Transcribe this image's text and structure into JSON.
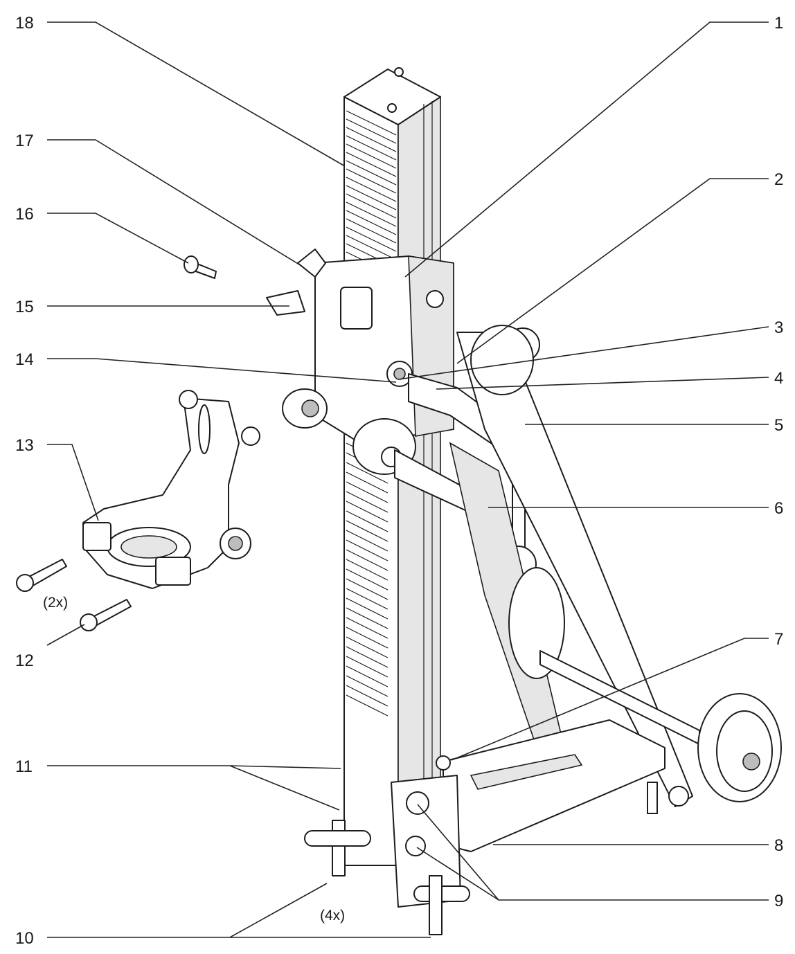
{
  "callouts": [
    {
      "id": "1",
      "label": "1"
    },
    {
      "id": "2",
      "label": "2"
    },
    {
      "id": "3",
      "label": "3"
    },
    {
      "id": "4",
      "label": "4"
    },
    {
      "id": "5",
      "label": "5"
    },
    {
      "id": "6",
      "label": "6"
    },
    {
      "id": "7",
      "label": "7"
    },
    {
      "id": "8",
      "label": "8"
    },
    {
      "id": "9",
      "label": "9"
    },
    {
      "id": "10",
      "label": "10"
    },
    {
      "id": "11",
      "label": "11"
    },
    {
      "id": "12",
      "label": "12"
    },
    {
      "id": "13",
      "label": "13"
    },
    {
      "id": "14",
      "label": "14"
    },
    {
      "id": "15",
      "label": "15"
    },
    {
      "id": "16",
      "label": "16"
    },
    {
      "id": "17",
      "label": "17"
    },
    {
      "id": "18",
      "label": "18"
    }
  ],
  "notes": {
    "screws_qty": "(2x)",
    "feet_qty": "(4x)"
  }
}
